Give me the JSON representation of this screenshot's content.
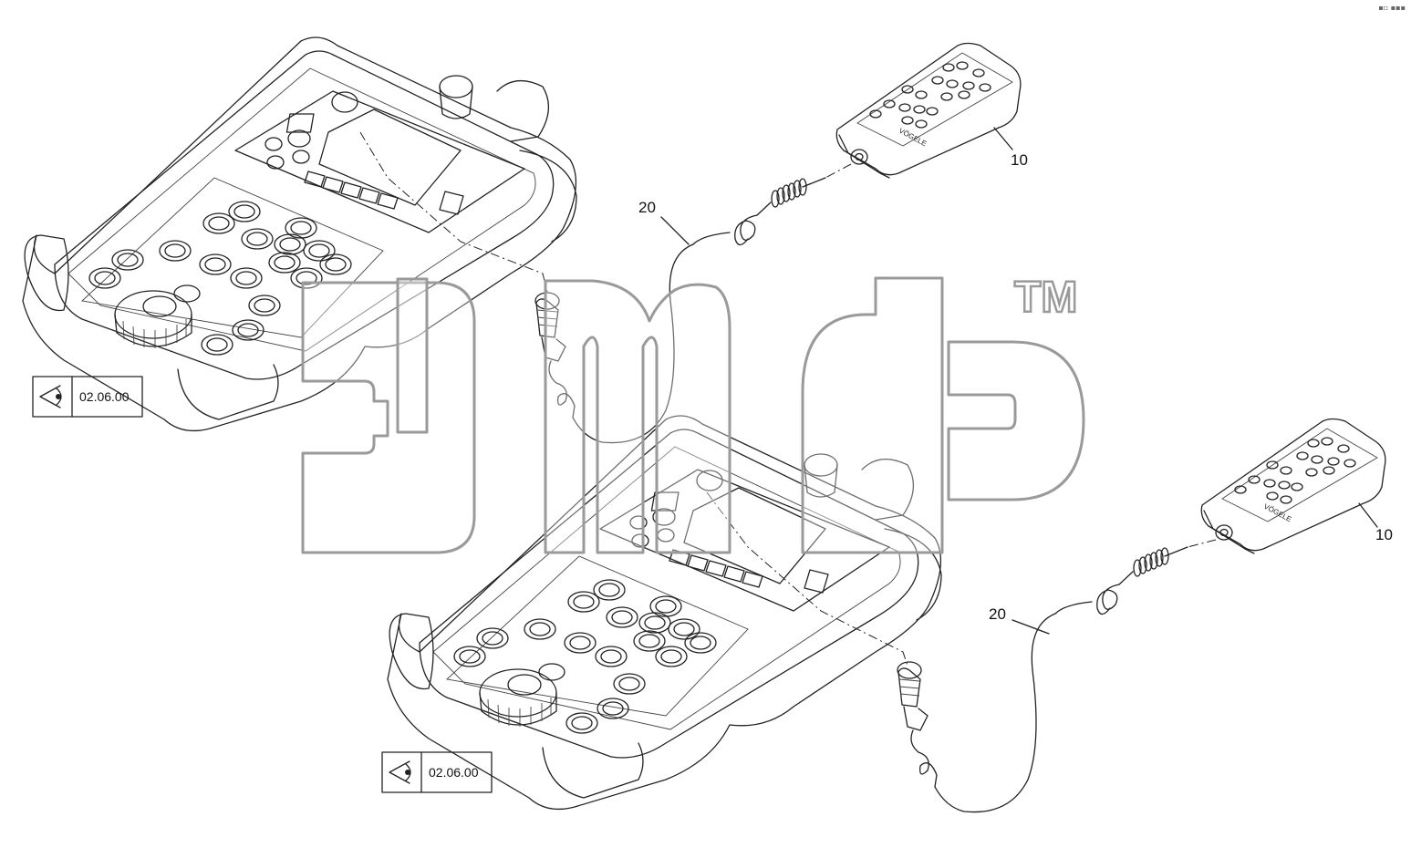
{
  "labels": {
    "item_remote": "10",
    "item_cable": "20"
  },
  "references": {
    "upper_view": "02.06.00",
    "lower_view": "02.06.00"
  },
  "remote_brand": "VÖGELE",
  "watermark": {
    "trademark": "TM"
  },
  "icons": {
    "view_reference": "eye-view-icon",
    "corner": "menu-dots-icon"
  }
}
